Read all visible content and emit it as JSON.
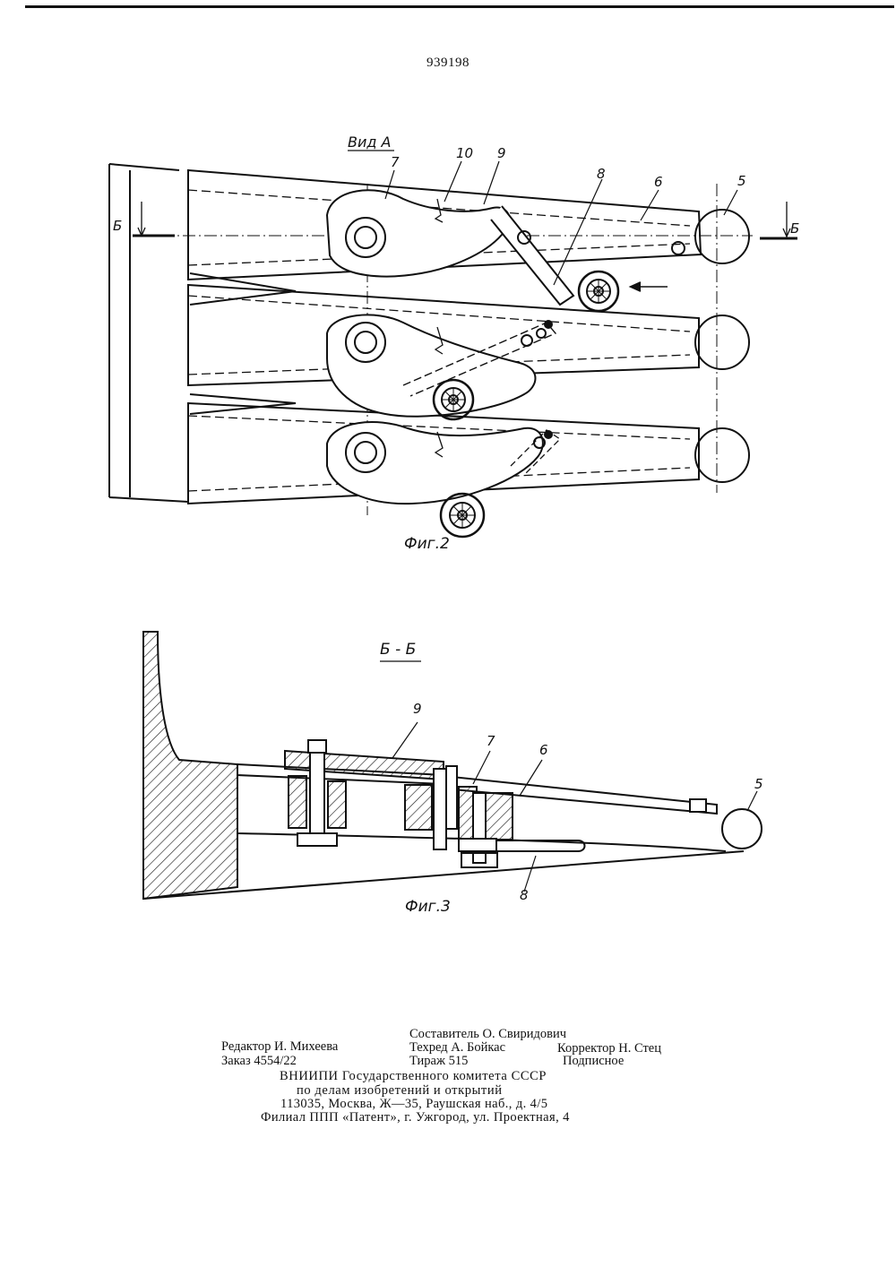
{
  "header": {
    "patent_number": "939198"
  },
  "figure2": {
    "view_label": "Вид А",
    "caption": "Фиг.2",
    "section_mark": "Б",
    "callouts": [
      "10",
      "9",
      "8",
      "7",
      "6",
      "5"
    ]
  },
  "figure3": {
    "section_title": "Б - Б",
    "caption": "Фиг.3",
    "callouts": [
      "9",
      "7",
      "6",
      "5",
      "8"
    ]
  },
  "imprint": {
    "editor": "Редактор И. Михеева",
    "order": "Заказ 4554/22",
    "compiler": "Составитель О. Свиридович",
    "techred": "Техред А. Бойкас",
    "circulation": "Тираж 515",
    "corrector": "Корректор Н. Стец",
    "subscription": "Подписное",
    "org_line1": "ВНИИПИ Государственного комитета СССР",
    "org_line2": "по делам изобретений и открытий",
    "address": "113035, Москва, Ж—35, Раушская наб., д. 4/5",
    "branch": "Филиал ППП «Патент», г. Ужгород, ул. Проектная, 4"
  }
}
